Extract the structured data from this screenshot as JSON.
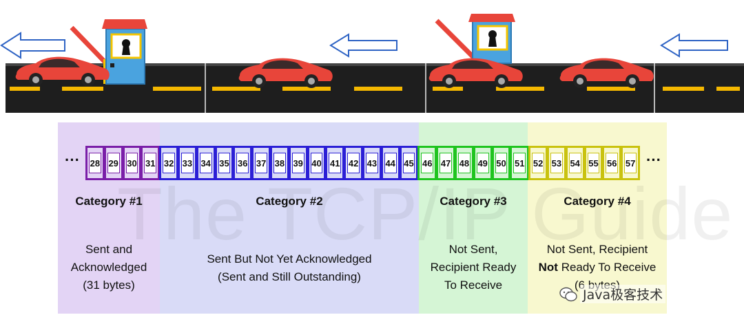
{
  "sequence": {
    "leading_ellipsis": "···",
    "trailing_ellipsis": "···",
    "cells": [
      {
        "label": "28",
        "category": 1
      },
      {
        "label": "29",
        "category": 1
      },
      {
        "label": "30",
        "category": 1
      },
      {
        "label": "31",
        "category": 1
      },
      {
        "label": "32",
        "category": 2
      },
      {
        "label": "33",
        "category": 2
      },
      {
        "label": "34",
        "category": 2
      },
      {
        "label": "35",
        "category": 2
      },
      {
        "label": "36",
        "category": 2
      },
      {
        "label": "37",
        "category": 2
      },
      {
        "label": "38",
        "category": 2
      },
      {
        "label": "39",
        "category": 2
      },
      {
        "label": "40",
        "category": 2
      },
      {
        "label": "41",
        "category": 2
      },
      {
        "label": "42",
        "category": 2
      },
      {
        "label": "43",
        "category": 2
      },
      {
        "label": "44",
        "category": 2
      },
      {
        "label": "45",
        "category": 2
      },
      {
        "label": "46",
        "category": 3
      },
      {
        "label": "47",
        "category": 3
      },
      {
        "label": "48",
        "category": 3
      },
      {
        "label": "49",
        "category": 3
      },
      {
        "label": "50",
        "category": 3
      },
      {
        "label": "51",
        "category": 3
      },
      {
        "label": "52",
        "category": 4
      },
      {
        "label": "53",
        "category": 4
      },
      {
        "label": "54",
        "category": 4
      },
      {
        "label": "55",
        "category": 4
      },
      {
        "label": "56",
        "category": 4
      },
      {
        "label": "57",
        "category": 4
      }
    ]
  },
  "categories": [
    {
      "title": "Category #1",
      "desc": [
        "Sent and",
        "Acknowledged",
        "(31 bytes)"
      ],
      "band_color": "#e3d4f5",
      "cell_color": "#7a1ea8"
    },
    {
      "title": "Category #2",
      "desc": [
        "Sent But Not Yet Acknowledged",
        "(Sent and Still Outstanding)"
      ],
      "band_color": "#d9dbf7",
      "cell_color": "#2b1fd6"
    },
    {
      "title": "Category #3",
      "desc": [
        "Not Sent,",
        "Recipient Ready",
        "To Receive"
      ],
      "band_color": "#d5f5d5",
      "cell_color": "#1fc41f"
    },
    {
      "title": "Category #4",
      "desc_line1": "Not Sent, Recipient",
      "desc_bold": "Not",
      "desc_line2_rest": " Ready To Receive",
      "desc_line3": "(6 bytes)",
      "band_color": "#f8f8cf",
      "cell_color": "#c9c20f"
    }
  ],
  "watermark": "The TCP/IP Guide",
  "credit": "Java极客技术",
  "scene_colors": {
    "road": "#1e1e1e",
    "lane": "#f5b800",
    "car": "#e8453a",
    "booth": "#4aa3df",
    "roof": "#e8453a",
    "arrow": "#2e63c4"
  }
}
